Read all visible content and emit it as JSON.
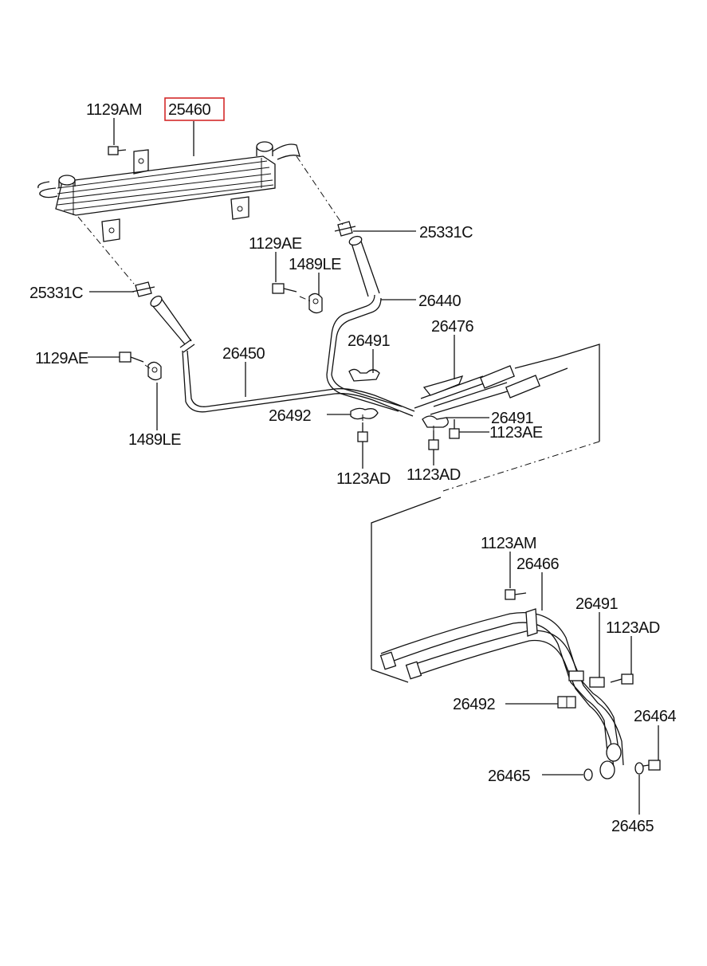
{
  "highlight_color": "#d42a2a",
  "labels": {
    "cooler_25460": "25460",
    "bolt_1129AM": "1129AM",
    "hose_clamp_25331C_right": "25331C",
    "hose_clamp_25331C_left": "25331C",
    "bolt_1129AE_upper": "1129AE",
    "clip_1489LE_upper": "1489LE",
    "tube_26440": "26440",
    "bolt_1129AE_lower": "1129AE",
    "tube_26450": "26450",
    "clip_1489LE_lower": "1489LE",
    "clip_26491_upper": "26491",
    "bracket_26476": "26476",
    "clip_26492_upper": "26492",
    "clip_26491_middle": "26491",
    "bolt_1123AE": "1123AE",
    "bolt_1123AD_left": "1123AD",
    "bolt_1123AD_mid": "1123AD",
    "bolt_1123AM": "1123AM",
    "clamp_26466": "26466",
    "clip_26491_lower": "26491",
    "bolt_1123AD_right": "1123AD",
    "clip_26492_lower": "26492",
    "bolt_26464": "26464",
    "washer_26465_left": "26465",
    "washer_26465_bottom": "26465"
  }
}
